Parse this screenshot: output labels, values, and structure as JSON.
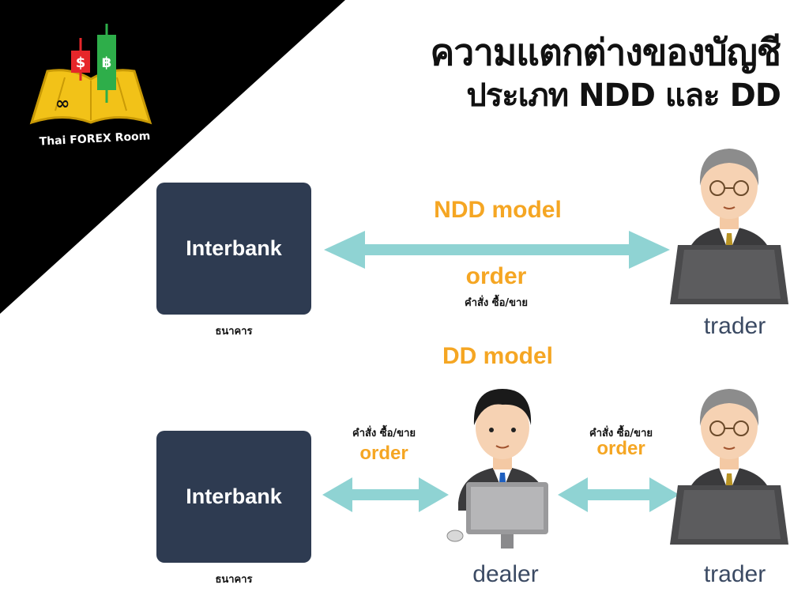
{
  "brand": {
    "name": "Thai FOREX Room"
  },
  "header": {
    "title_line1": "ความแตกต่างของบัญชี",
    "title_line2": "ประเภท NDD และ DD"
  },
  "ndd": {
    "model_label": "NDD model",
    "interbank_label": "Interbank",
    "bank_caption": "ธนาคาร",
    "order_label": "order",
    "order_caption": "คำสั่ง ซื้อ/ขาย",
    "trader_label": "trader"
  },
  "dd": {
    "model_label": "DD model",
    "interbank_label": "Interbank",
    "bank_caption": "ธนาคาร",
    "left_order_label": "order",
    "left_order_caption": "คำสั่ง ซื้อ/ขาย",
    "right_order_label": "order",
    "right_order_caption": "คำสั่ง ซื้อ/ขาย",
    "dealer_label": "dealer",
    "trader_label": "trader"
  },
  "colors": {
    "corner_bg": "#000000",
    "box_bg": "#2e3b51",
    "accent_orange": "#f5a623",
    "arrow_teal": "#8fd3d3",
    "role_text": "#3b4a63"
  },
  "icons": [
    "logo-book-icon",
    "dollar-candle-icon",
    "baht-candle-icon",
    "trader-avatar-icon",
    "dealer-avatar-icon",
    "double-arrow-icon"
  ]
}
